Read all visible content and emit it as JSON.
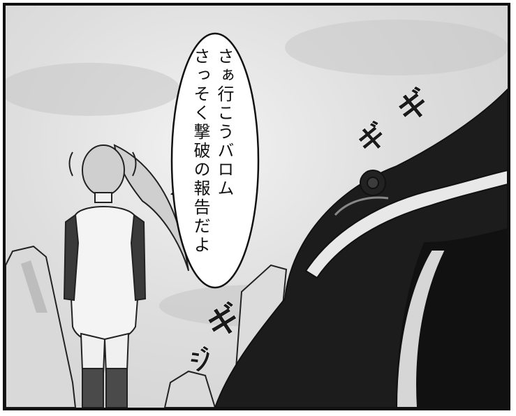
{
  "speech_bubble": {
    "lines": [
      "さぁ行こうバロム",
      "さっそく撃破の報告だよ"
    ]
  },
  "sound_effects": [
    "ギ",
    "ギ",
    "ギ",
    "ジ"
  ],
  "colors": {
    "sky": "#d8d8d8",
    "border": "#111111",
    "robot": "#1c1c1c",
    "suit": "#f4f4f4",
    "dark_suit": "#3a3a3a",
    "hair": "#c9c9c9"
  }
}
